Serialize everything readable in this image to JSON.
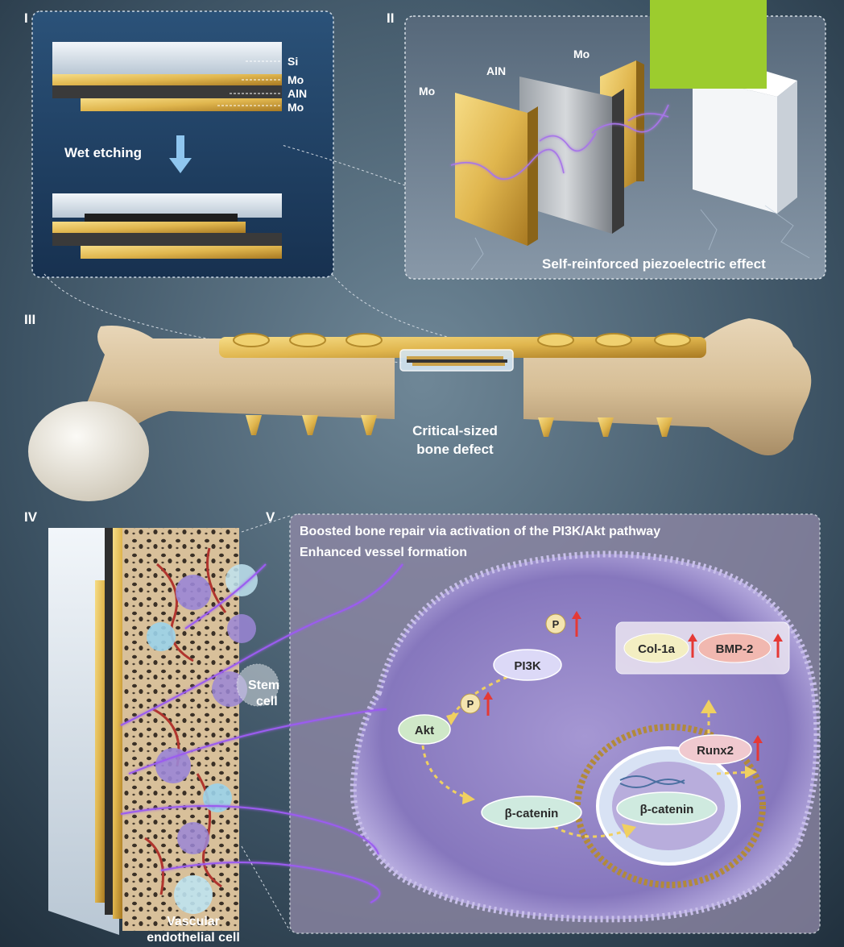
{
  "panels": {
    "p1": "I",
    "p2": "II",
    "p3": "III",
    "p4": "IV",
    "p5": "V"
  },
  "panel_i": {
    "layers": [
      "Si",
      "Mo",
      "AlN",
      "Mo"
    ],
    "step": "Wet etching"
  },
  "panel_ii": {
    "plate_mo_front": "Mo",
    "plate_aln": "AlN",
    "plate_mo_back": "Mo",
    "caption": "Self-reinforced piezoelectric effect"
  },
  "panel_iii": {
    "defect_line1": "Critical-sized",
    "defect_line2": "bone defect"
  },
  "panel_iv": {
    "stem_line1": "Stem",
    "stem_line2": "cell",
    "vascular_line1": "Vascular",
    "vascular_line2": "endothelial cell"
  },
  "panel_v": {
    "title1": "Boosted bone repair via activation of the PI3K/Akt pathway",
    "title2": "Enhanced vessel formation",
    "pi3k": "PI3K",
    "akt": "Akt",
    "phos": "P",
    "bcat_cyto": "β-catenin",
    "bcat_nuc": "β-catenin",
    "runx2": "Runx2",
    "col1a": "Col-1a",
    "bmp2": "BMP-2"
  },
  "colors": {
    "background": "#2c3f4f",
    "gold": "#e6c35c",
    "overlay_green": "#9ccc2e",
    "cell_purple": "#8e7ec2",
    "up_arrow": "#e53935"
  }
}
